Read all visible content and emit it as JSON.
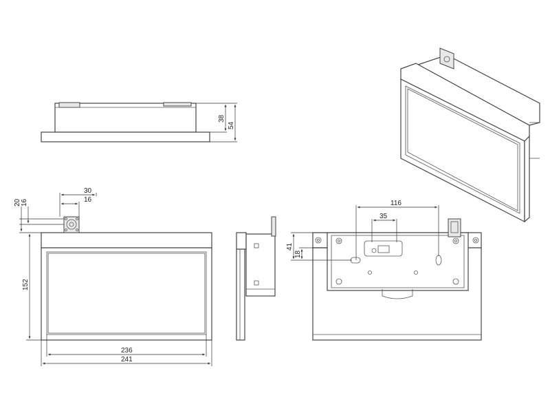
{
  "views": {
    "top": {
      "name": "top view",
      "dims": {
        "height_inner": "38",
        "height_total": "54"
      }
    },
    "front": {
      "name": "front view",
      "dims": {
        "bracket_offset": "30",
        "bracket_inner": "16",
        "bracket_vertical_a": "20",
        "bracket_vertical_b": "16",
        "height": "152",
        "width_inner": "236",
        "width_total": "241"
      }
    },
    "side": {
      "name": "side view"
    },
    "rear": {
      "name": "rear view",
      "dims": {
        "hole_spacing": "116",
        "slot_spacing": "35",
        "vertical_a": "41",
        "vertical_b": "18"
      }
    },
    "iso": {
      "name": "isometric view"
    }
  }
}
